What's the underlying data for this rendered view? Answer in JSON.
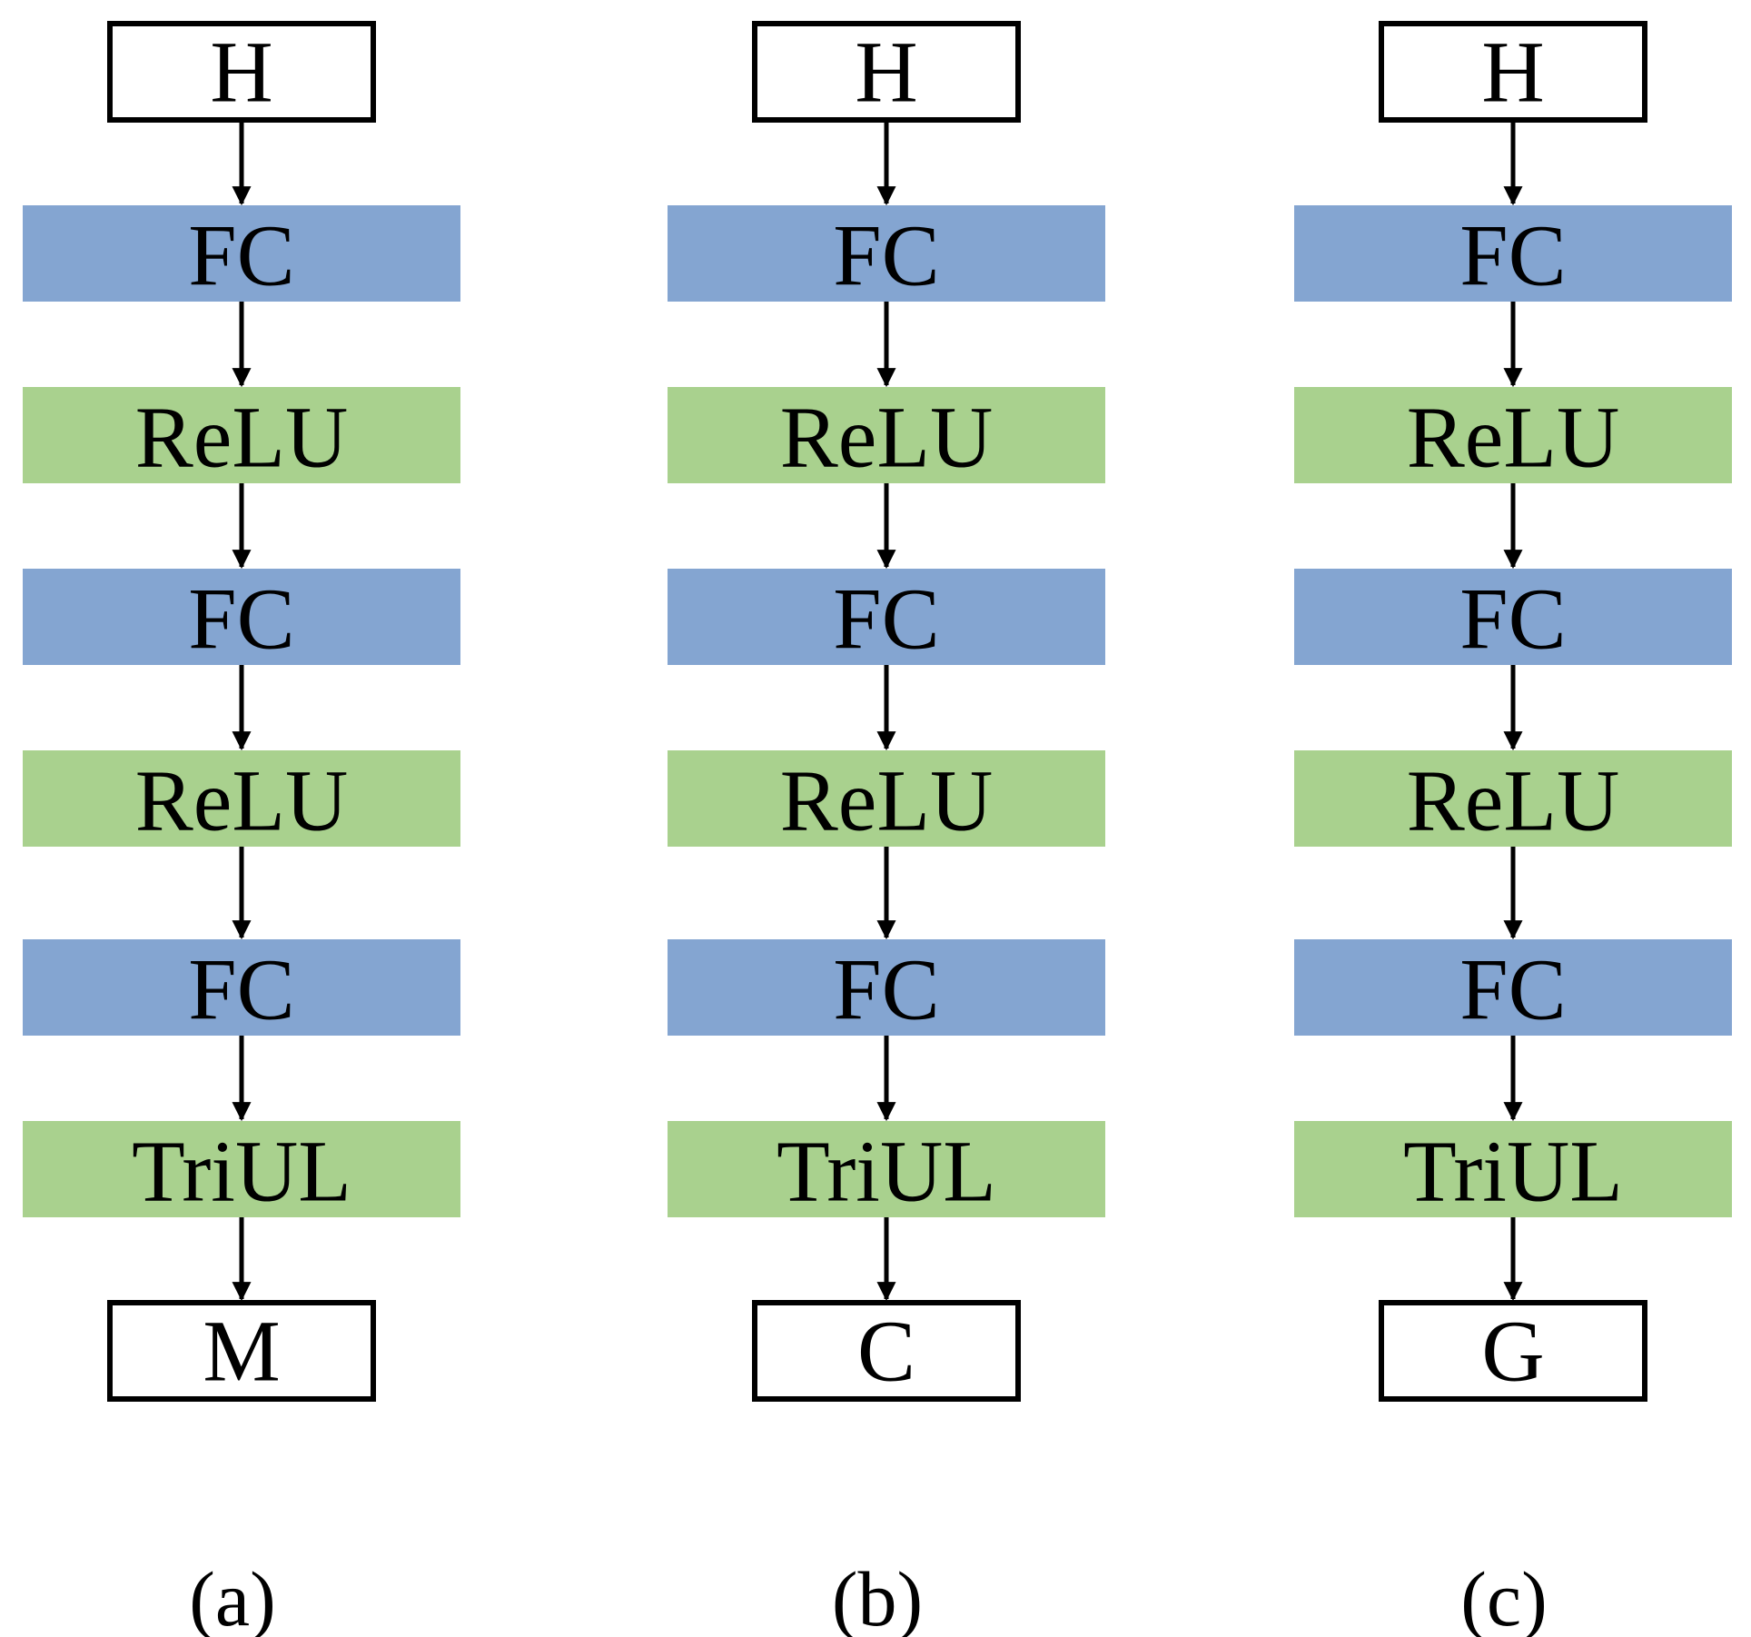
{
  "colors": {
    "fc_fill": "#84a5d1",
    "relu_fill": "#a9d18e",
    "io_fill": "#ffffff",
    "stroke": "#000000"
  },
  "columns": [
    {
      "input": "H",
      "layers": [
        {
          "label": "FC",
          "kind": "fc"
        },
        {
          "label": "ReLU",
          "kind": "relu"
        },
        {
          "label": "FC",
          "kind": "fc"
        },
        {
          "label": "ReLU",
          "kind": "relu"
        },
        {
          "label": "FC",
          "kind": "fc"
        },
        {
          "label": "TriUL",
          "kind": "relu"
        }
      ],
      "output": "M",
      "caption": "(a)"
    },
    {
      "input": "H",
      "layers": [
        {
          "label": "FC",
          "kind": "fc"
        },
        {
          "label": "ReLU",
          "kind": "relu"
        },
        {
          "label": "FC",
          "kind": "fc"
        },
        {
          "label": "ReLU",
          "kind": "relu"
        },
        {
          "label": "FC",
          "kind": "fc"
        },
        {
          "label": "TriUL",
          "kind": "relu"
        }
      ],
      "output": "C",
      "caption": "(b)"
    },
    {
      "input": "H",
      "layers": [
        {
          "label": "FC",
          "kind": "fc"
        },
        {
          "label": "ReLU",
          "kind": "relu"
        },
        {
          "label": "FC",
          "kind": "fc"
        },
        {
          "label": "ReLU",
          "kind": "relu"
        },
        {
          "label": "FC",
          "kind": "fc"
        },
        {
          "label": "TriUL",
          "kind": "relu"
        }
      ],
      "output": "G",
      "caption": "(c)"
    }
  ]
}
